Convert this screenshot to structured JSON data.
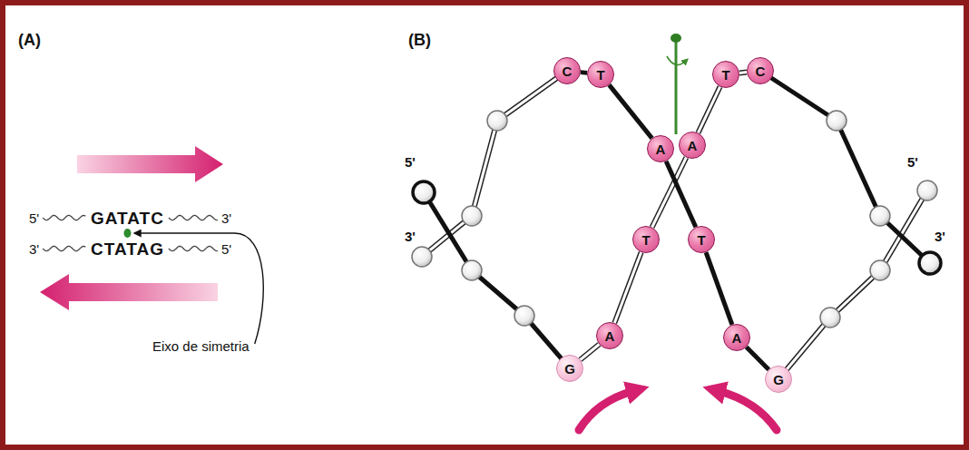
{
  "diagram": {
    "nodes": [
      {
        "text": [
          "C"
        ]
      },
      {
        "text": [
          "T"
        ]
      },
      {
        "text": [
          "T"
        ]
      },
      {
        "text": [
          "C"
        ]
      },
      {
        "text": [
          "A"
        ]
      },
      {
        "text": [
          "A"
        ]
      },
      {
        "text": [
          "T"
        ]
      },
      {
        "text": [
          "T"
        ]
      },
      {
        "text": [
          "A"
        ]
      },
      {
        "text": [
          "A"
        ]
      },
      {
        "text": [
          "G"
        ]
      },
      {
        "text": [
          "G"
        ]
      }
    ],
    "edges": [
      {
        "from": 10,
        "to": 8,
        "arrow": "none"
      },
      {
        "from": 8,
        "to": 6,
        "arrow": "none"
      },
      {
        "from": 6,
        "to": 5,
        "arrow": "none"
      },
      {
        "from": 5,
        "to": 2,
        "arrow": "none"
      },
      {
        "from": 2,
        "to": 3,
        "arrow": "none"
      },
      {
        "from": 11,
        "to": 9,
        "arrow": "none"
      },
      {
        "from": 9,
        "to": 7,
        "arrow": "none"
      },
      {
        "from": 7,
        "to": 4,
        "arrow": "none"
      },
      {
        "from": 4,
        "to": 1,
        "arrow": "none"
      },
      {
        "from": 1,
        "to": 0,
        "arrow": "none"
      }
    ],
    "labels": [
      "(A)",
      "5'",
      "GATATC",
      "3'",
      "3'",
      "CTATAG",
      "5'",
      "Eixo de simetria",
      "(B)",
      "5'",
      "3'",
      "5'",
      "3'"
    ]
  }
}
